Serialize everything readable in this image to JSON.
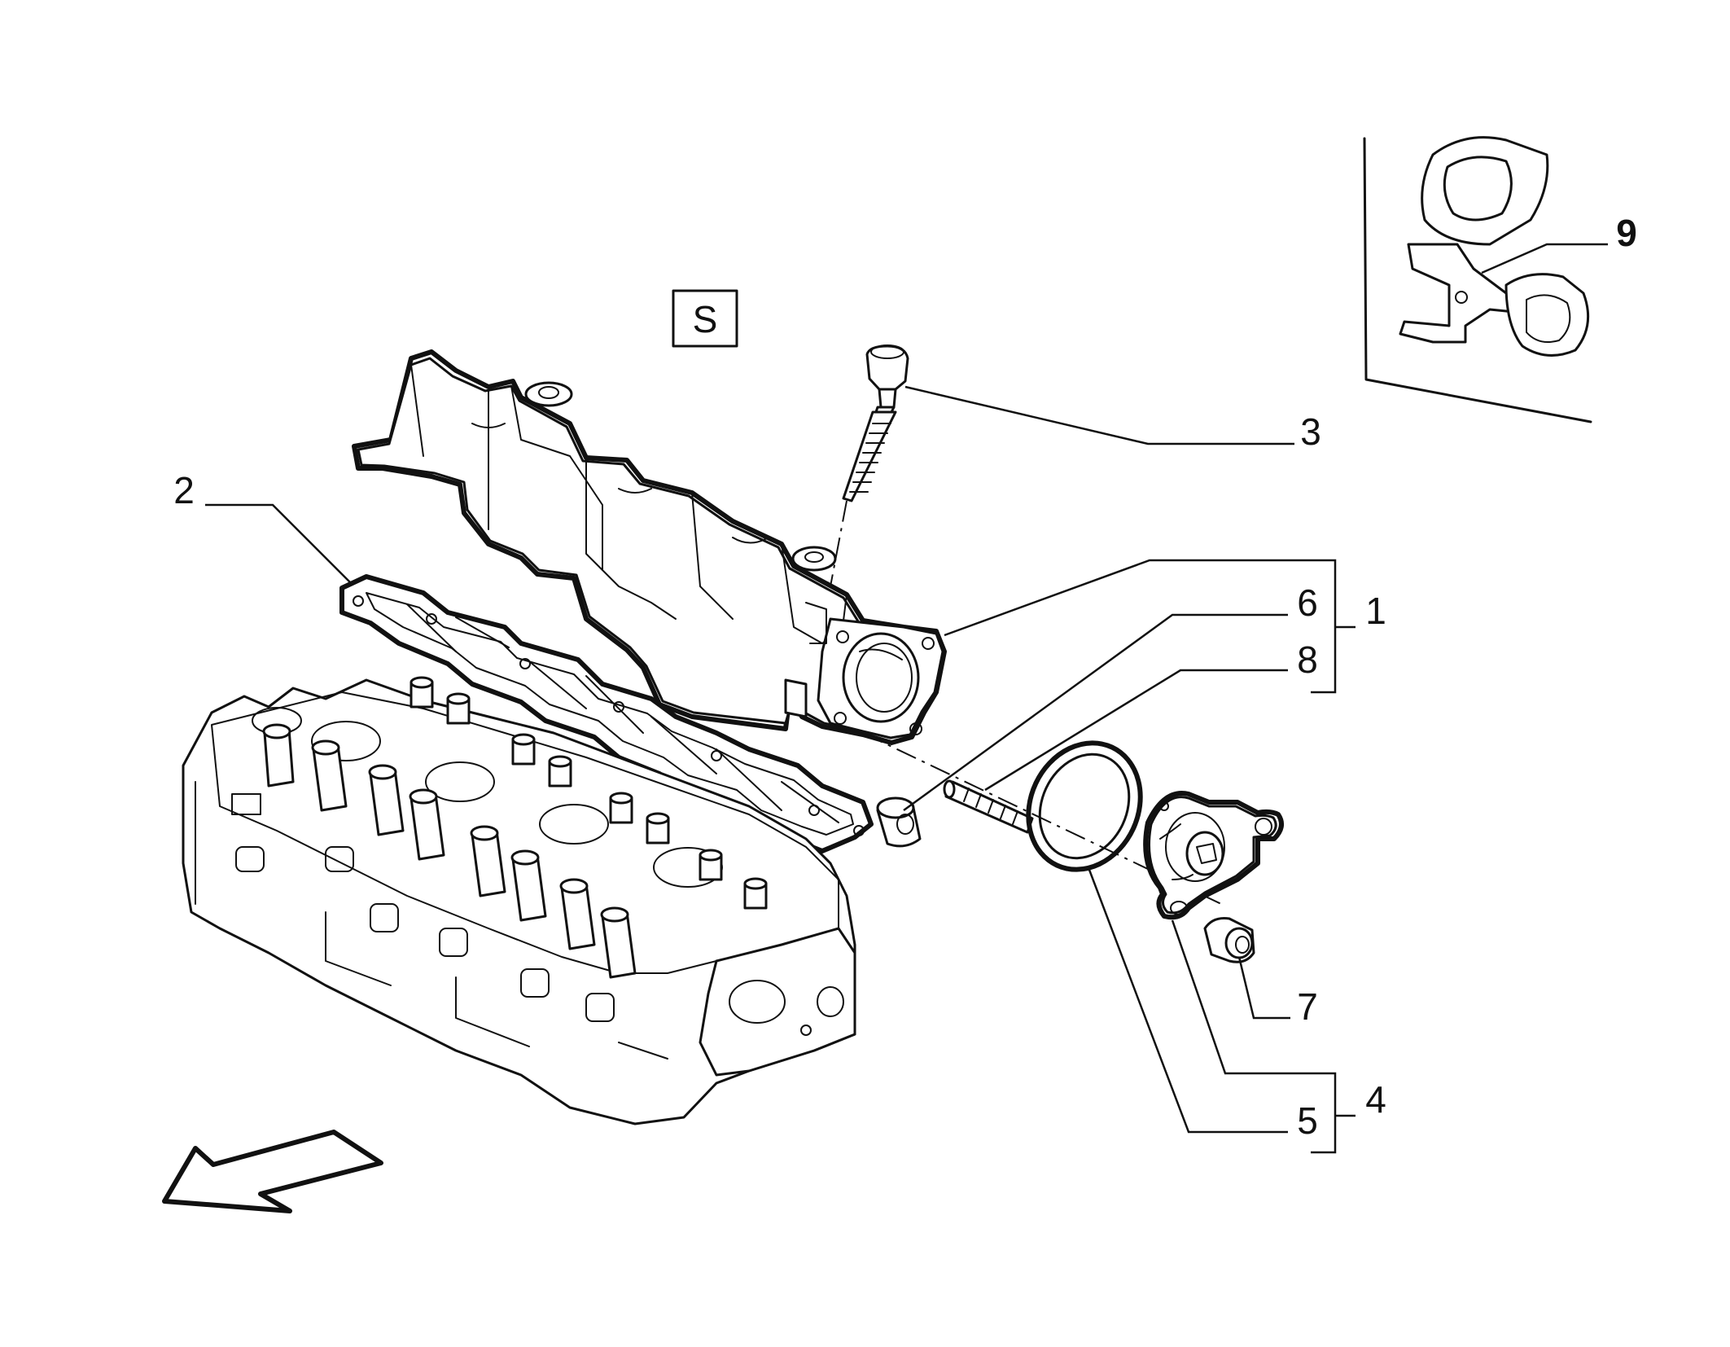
{
  "labels": {
    "p1": "1",
    "p2": "2",
    "p3": "3",
    "p4": "4",
    "p5": "5",
    "p6": "6",
    "p7": "7",
    "p8": "8",
    "p9": "9"
  },
  "section_mark": "S"
}
